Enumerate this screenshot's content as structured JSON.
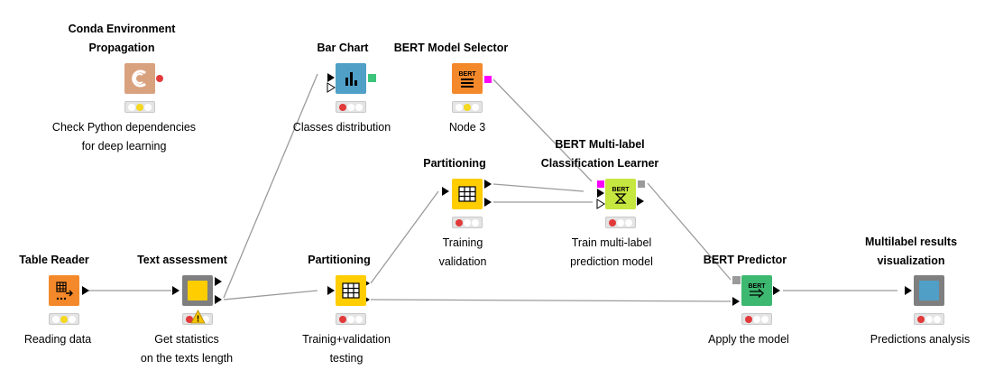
{
  "colors": {
    "edge": "#9b9b9b",
    "port_black": "#000000",
    "port_magenta": "#ff00ff",
    "port_green": "#3cc47a",
    "port_gray": "#9a9a9a",
    "status_red": "#e23a3a",
    "status_yellow": "#f5d81f",
    "status_off": "#ffffff"
  },
  "nodes": {
    "conda": {
      "title": "Conda Environment\nPropagation",
      "desc": "Check Python dependencies\nfor deep learning",
      "icon": "python-icon",
      "color": "#d9a27f",
      "status": "yellow"
    },
    "bar": {
      "title": "Bar Chart",
      "desc": "Classes distribution",
      "icon": "bar-chart-icon",
      "color": "#4f9fc6",
      "status": "red"
    },
    "selector": {
      "title": "BERT Model Selector",
      "desc": "Node 3",
      "icon": "bert-list-icon",
      "color": "#f4892b",
      "status": "yellow"
    },
    "reader": {
      "title": "Table Reader",
      "desc": "Reading data",
      "icon": "table-read-icon",
      "color": "#f4892b",
      "status": "yellow"
    },
    "text": {
      "title": "Text assessment",
      "desc": "Get statistics\non the texts length",
      "icon": "metanode-icon",
      "color": "#ffcd00",
      "status": "red",
      "warning": "!"
    },
    "part1": {
      "title": "Partitioning",
      "desc": "Trainig+validation\ntesting",
      "icon": "partition-icon",
      "color": "#ffcd00",
      "status": "red"
    },
    "part2": {
      "title": "Partitioning",
      "desc": "Training\nvalidation",
      "icon": "partition-icon",
      "color": "#ffcd00",
      "status": "red"
    },
    "learner": {
      "title": "BERT Multi-label\nClassification Learner",
      "desc": "Train multi-label\nprediction model",
      "icon": "bert-learner-icon",
      "color": "#c6e640",
      "status": "red"
    },
    "predictor": {
      "title": "BERT Predictor",
      "desc": "Apply the model",
      "icon": "bert-predictor-icon",
      "color": "#3db870",
      "status": "red"
    },
    "viz": {
      "title": "Multilabel results\nvisualization",
      "desc": "Predictions analysis",
      "icon": "component-icon",
      "color": "#4f9fc6",
      "status": "red"
    }
  },
  "icon_text": {
    "bert": "BERT"
  }
}
